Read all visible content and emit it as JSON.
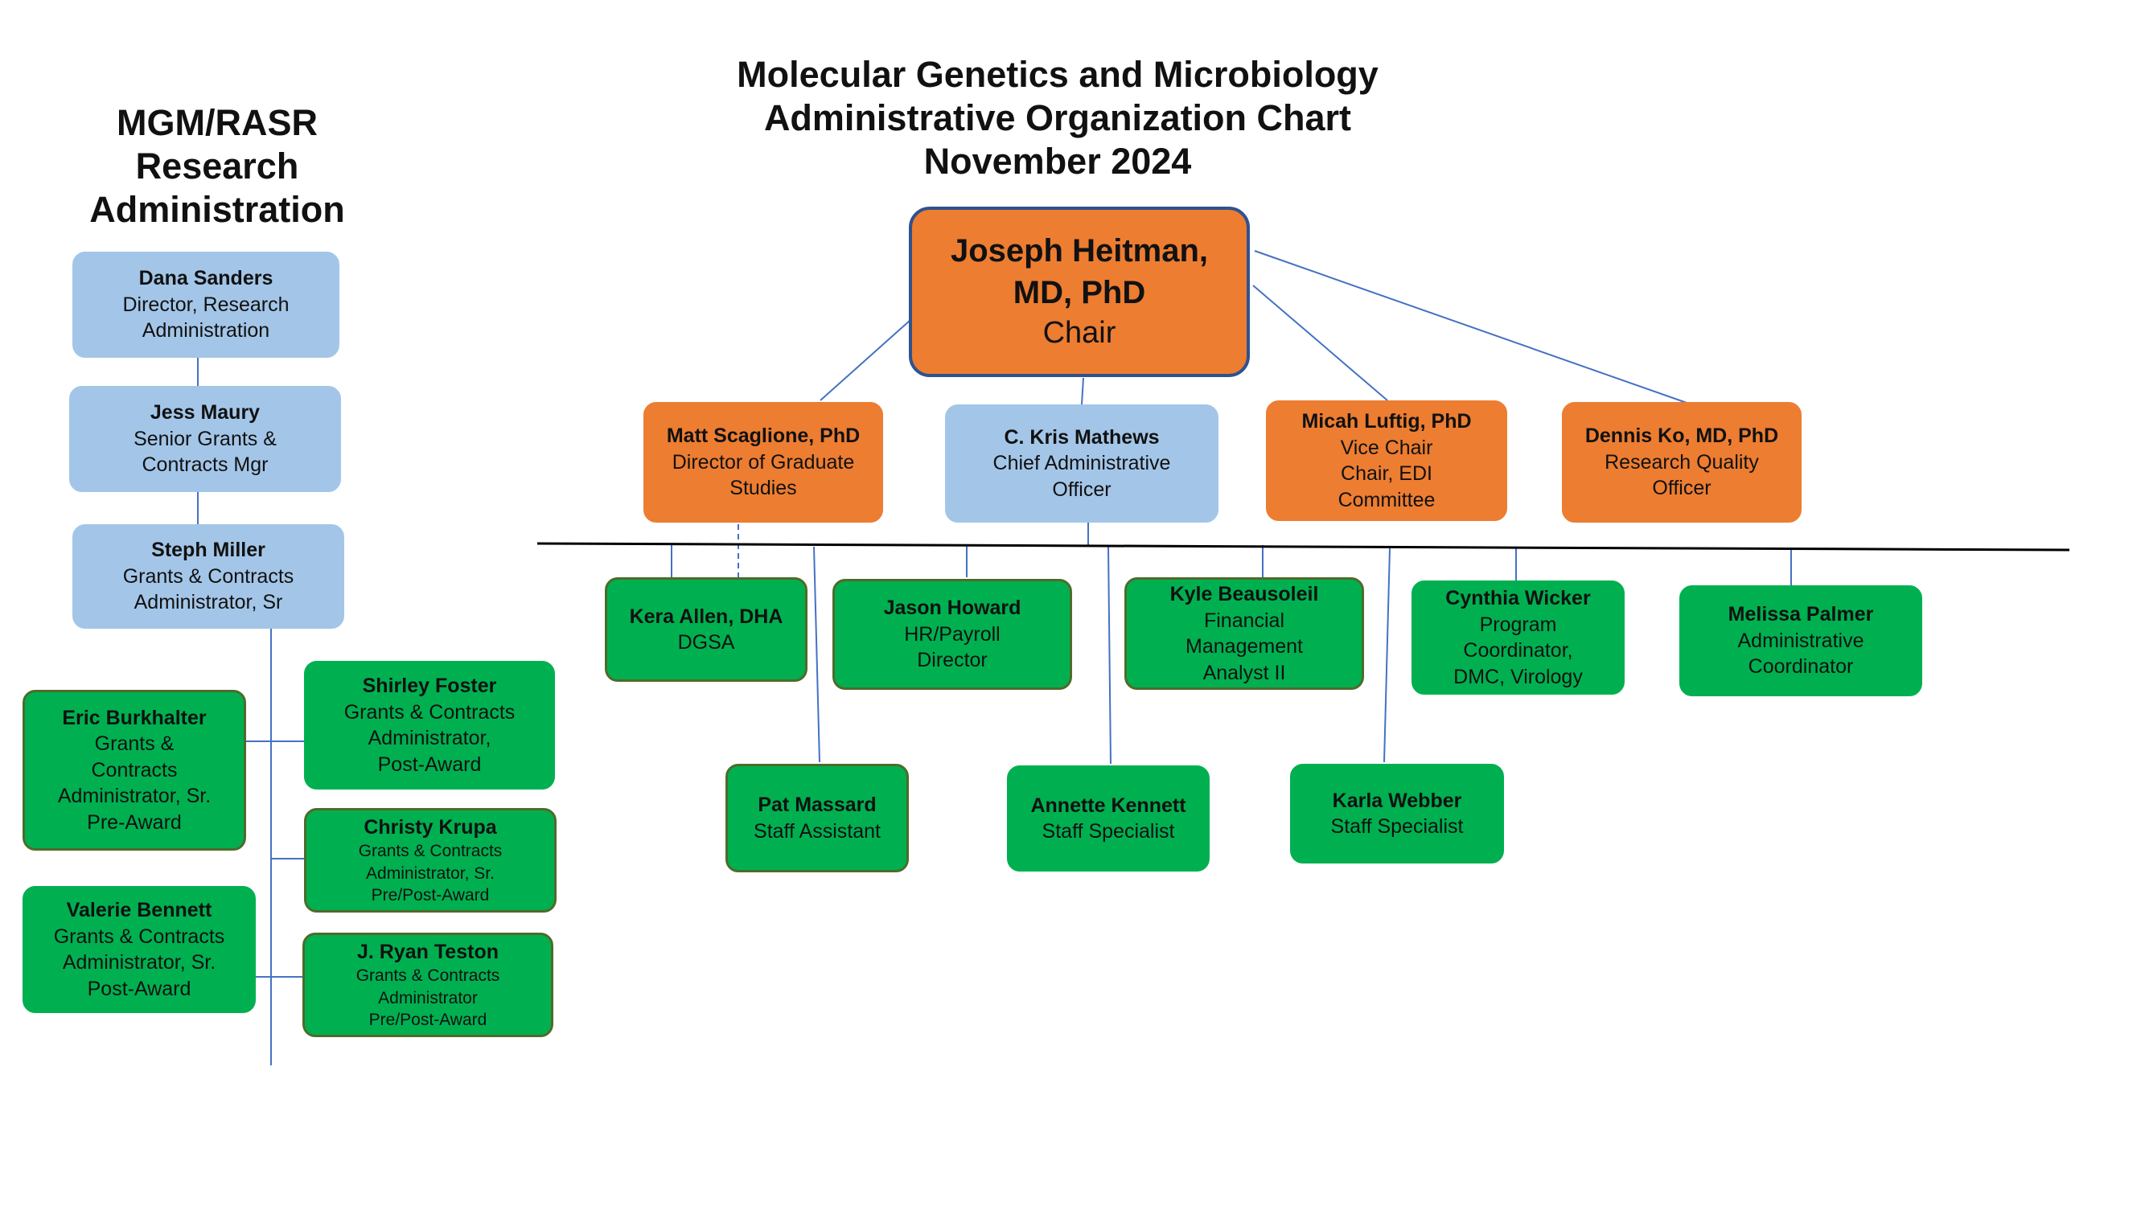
{
  "titles": {
    "left": [
      "MGM/RASR",
      "Research",
      "Administration"
    ],
    "main": [
      "Molecular Genetics and Microbiology",
      "Administrative Organization Chart",
      "November 2024"
    ]
  },
  "chair": {
    "name": [
      "Joseph Heitman,",
      "MD, PhD"
    ],
    "role": "Chair"
  },
  "leadership": [
    {
      "name": "Matt Scaglione, PhD",
      "role": [
        "Director of Graduate",
        "Studies"
      ]
    },
    {
      "name": "C. Kris Mathews",
      "role": [
        "Chief Administrative",
        "Officer"
      ]
    },
    {
      "name": "Micah Luftig, PhD",
      "role": [
        "Vice Chair",
        "Chair, EDI",
        "Committee"
      ]
    },
    {
      "name": "Dennis Ko, MD, PhD",
      "role": [
        "Research Quality",
        "Officer"
      ]
    }
  ],
  "research_admin": [
    {
      "name": "Dana Sanders",
      "role": [
        "Director, Research",
        "Administration"
      ]
    },
    {
      "name": "Jess Maury",
      "role": [
        "Senior Grants &",
        "Contracts Mgr"
      ]
    },
    {
      "name": "Steph Miller",
      "role": [
        "Grants & Contracts",
        "Administrator, Sr"
      ]
    },
    {
      "name": "Shirley Foster",
      "role": [
        "Grants & Contracts",
        "Administrator,",
        "Post-Award"
      ]
    },
    {
      "name": "Eric Burkhalter",
      "role": [
        "Grants &",
        "Contracts",
        "Administrator, Sr.",
        "Pre-Award"
      ]
    },
    {
      "name": "Christy Krupa",
      "role": [
        "Grants & Contracts",
        "Administrator, Sr.",
        "Pre/Post-Award"
      ]
    },
    {
      "name": "Valerie Bennett",
      "role": [
        "Grants & Contracts",
        "Administrator, Sr.",
        "Post-Award"
      ]
    },
    {
      "name": "J. Ryan Teston",
      "role": [
        "Grants & Contracts",
        "Administrator",
        "Pre/Post-Award"
      ]
    }
  ],
  "staff": [
    {
      "name": "Kera Allen, DHA",
      "role": [
        "DGSA"
      ]
    },
    {
      "name": "Jason Howard",
      "role": [
        "HR/Payroll",
        "Director"
      ]
    },
    {
      "name": "Kyle Beausoleil",
      "role": [
        "Financial",
        "Management",
        "Analyst II"
      ]
    },
    {
      "name": "Cynthia Wicker",
      "role": [
        "Program",
        "Coordinator,",
        "DMC, Virology"
      ]
    },
    {
      "name": "Melissa Palmer",
      "role": [
        "Administrative",
        "Coordinator"
      ]
    },
    {
      "name": "Pat Massard",
      "role": [
        "Staff Assistant"
      ]
    },
    {
      "name": "Annette Kennett",
      "role": [
        "Staff Specialist"
      ]
    },
    {
      "name": "Karla Webber",
      "role": [
        "Staff Specialist"
      ]
    }
  ],
  "colors": {
    "orange": "#ed7d31",
    "blue": "#a3c6e8",
    "green": "#00b050",
    "chair_border": "#2f528f",
    "connector": "#4472c4"
  }
}
